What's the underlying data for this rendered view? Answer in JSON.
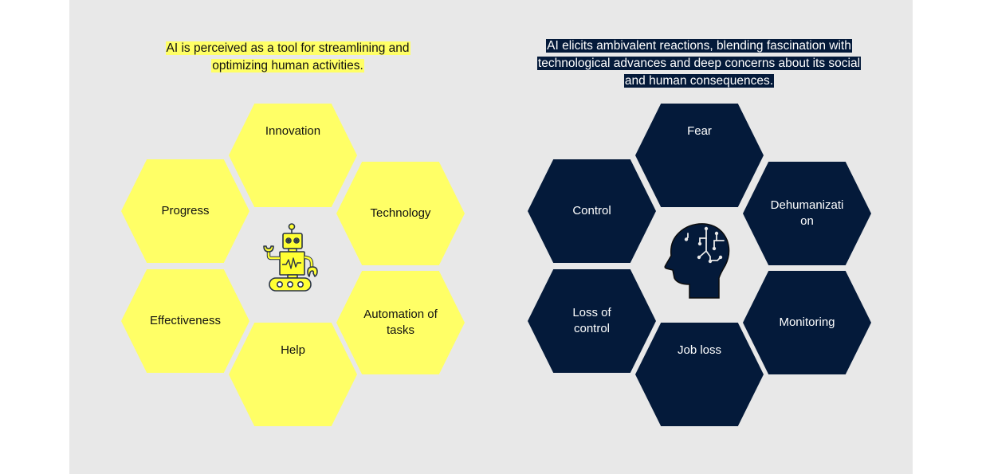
{
  "left": {
    "caption": "AI is perceived as a tool for streamlining and optimizing human activities.",
    "center_icon": "robot-icon",
    "color": "#ffff66",
    "hexagons": [
      {
        "position": "top",
        "label": "Innovation"
      },
      {
        "position": "upper-left",
        "label": "Progress"
      },
      {
        "position": "upper-right",
        "label": "Technology"
      },
      {
        "position": "lower-left",
        "label": "Effectiveness"
      },
      {
        "position": "lower-right",
        "label": "Automation of tasks"
      },
      {
        "position": "bottom",
        "label": "Help"
      }
    ]
  },
  "right": {
    "caption": "AI elicits ambivalent reactions, blending fascination with technological advances and deep concerns about its social and human consequences.",
    "center_icon": "ai-head-icon",
    "color": "#041a3a",
    "hexagons": [
      {
        "position": "top",
        "label": "Fear"
      },
      {
        "position": "upper-left",
        "label": "Control"
      },
      {
        "position": "upper-right",
        "label": "Dehumanization"
      },
      {
        "position": "lower-left",
        "label": "Loss of control"
      },
      {
        "position": "lower-right",
        "label": "Monitoring"
      },
      {
        "position": "bottom",
        "label": "Job loss"
      }
    ]
  },
  "background": "#e8e8e8"
}
